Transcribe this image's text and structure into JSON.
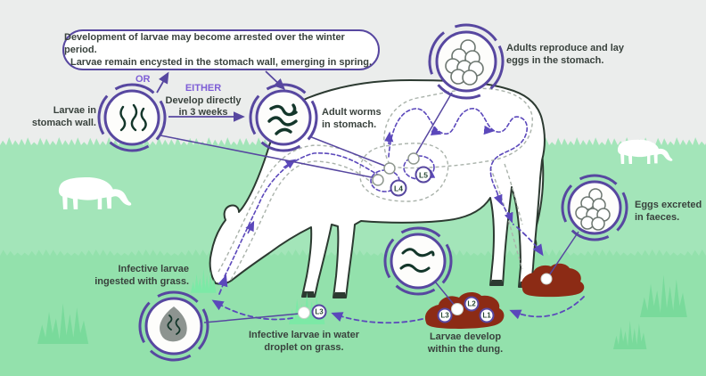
{
  "colors": {
    "sky": "#ebedec",
    "grassUpper": "#a3e5b9",
    "grassLower": "#93e1ac",
    "tuftDark": "#79da9b",
    "tuftBright": "#7ce9a6",
    "purple": "#5747a0",
    "dash": "#5b48bb",
    "purpleBright": "#7e5ed6",
    "textDark": "#39423d",
    "badgeText": "#274733",
    "dung": "#8c2b15",
    "worm": "#13362a",
    "eggStroke": "#6c7670",
    "nodeStroke": "#8f988f",
    "droplet": "#8d9490",
    "cowStroke": "#2c3a31"
  },
  "arrest_box": [
    "Development of larvae may become arrested over the winter period.",
    "Larvae remain encysted in the stomach wall, emerging in spring."
  ],
  "labels": {
    "or": "OR",
    "either": "EITHER",
    "develop": [
      "Develop directly",
      "in 3 weeks"
    ],
    "larvae_wall": [
      "Larvae in",
      "stomach wall."
    ],
    "adult_worms": [
      "Adult worms",
      "in stomach."
    ],
    "adults_reproduce": [
      "Adults reproduce and lay",
      "eggs in the stomach."
    ],
    "eggs_excreted": [
      "Eggs excreted",
      "in faeces."
    ],
    "larvae_dung": [
      "Larvae develop",
      "within the dung."
    ],
    "infective_ingested": [
      "Infective larvae",
      "ingested with grass."
    ],
    "infective_droplet": [
      "Infective larvae in water",
      "droplet on grass."
    ]
  },
  "badges": {
    "l1": "L1",
    "l2": "L2",
    "l3_dung": "L3",
    "l3_drop": "L3",
    "l4": "L4",
    "l5": "L5"
  }
}
